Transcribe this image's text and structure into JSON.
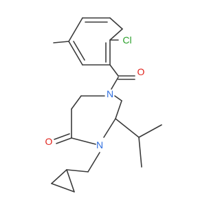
{
  "molecule": {
    "atoms": {
      "cl": "Cl",
      "o_ketone": "O",
      "o_amide": "O",
      "n_top": "N",
      "n_bottom": "N"
    },
    "colors": {
      "bond": "#3a3a3a",
      "nitrogen": "#2f6fe0",
      "oxygen": "#e0231c",
      "chlorine": "#2aa02a",
      "background": "#ffffff"
    }
  }
}
